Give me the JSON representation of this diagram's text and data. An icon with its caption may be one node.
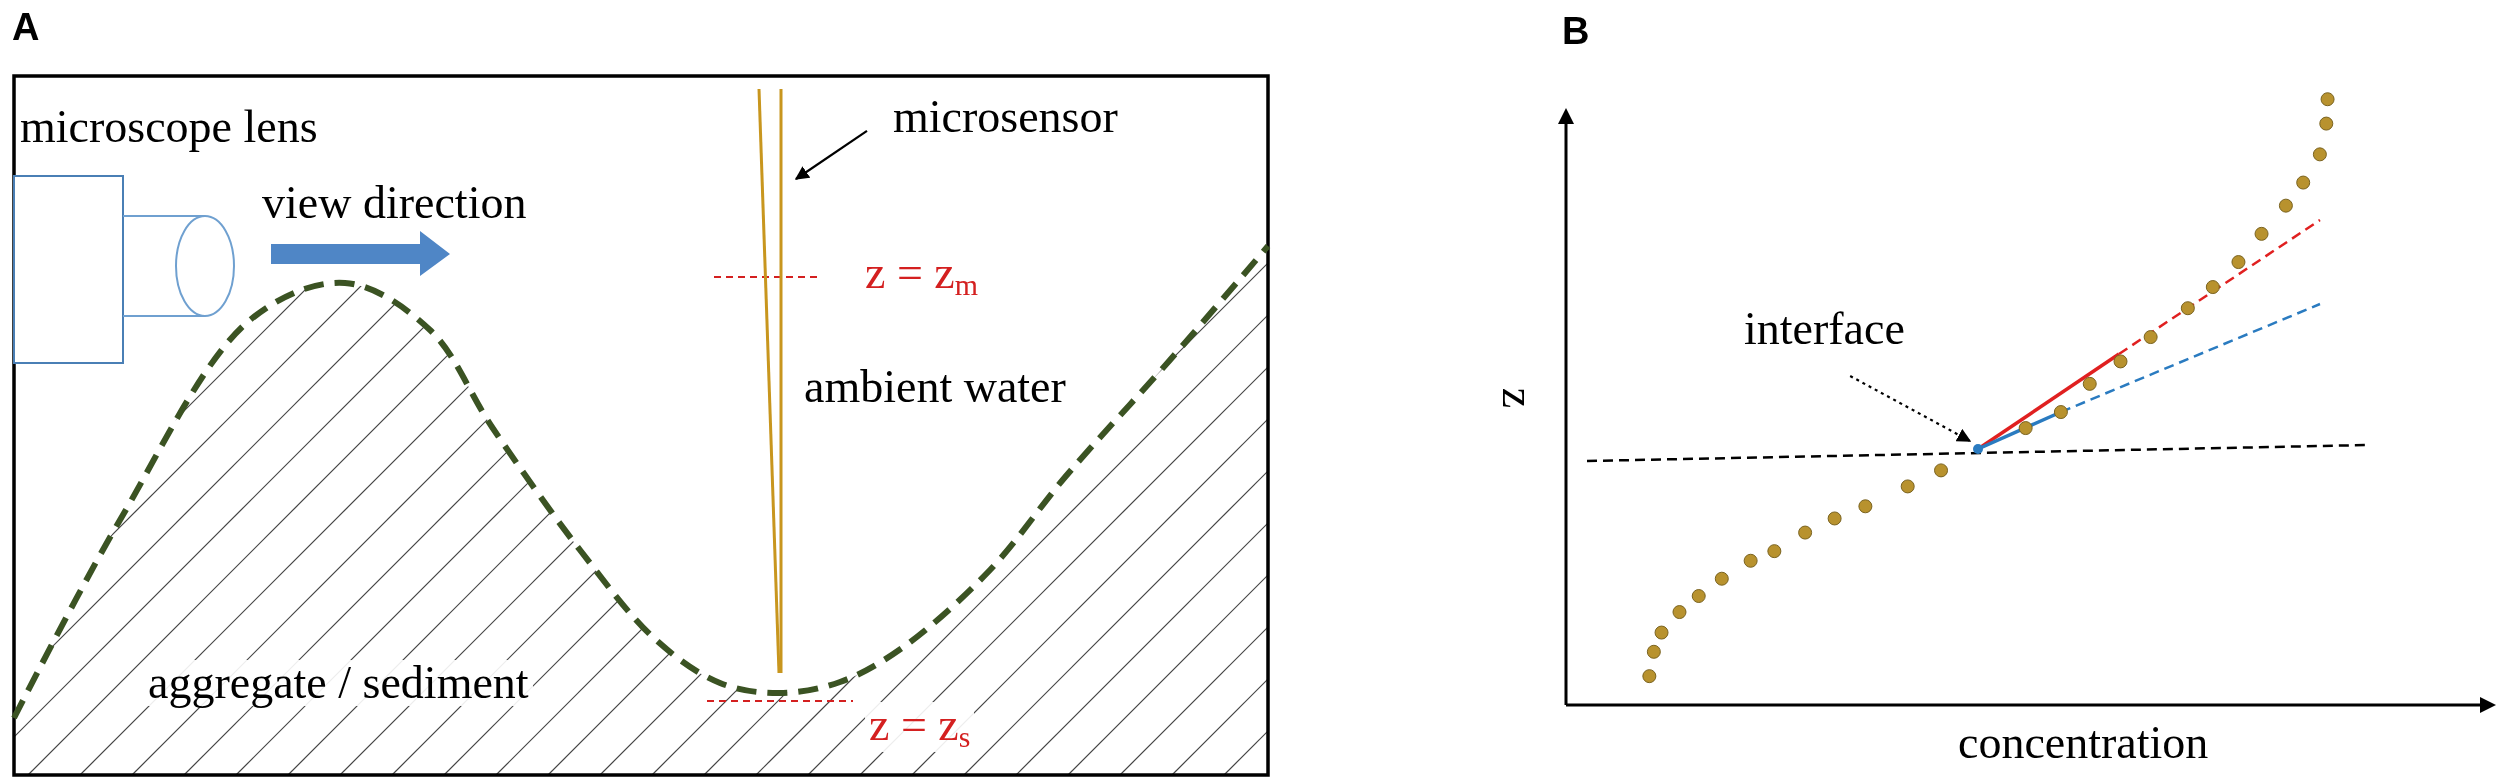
{
  "diagram": {
    "nodes": [
      {
        "text": [
          "microsensor"
        ]
      },
      {
        "text": [],
        "shape": "bar"
      },
      {
        "text": [
          "interface"
        ]
      },
      {
        "text": [],
        "shape": "circle"
      }
    ],
    "edges": [
      {
        "from": 0,
        "to": 1,
        "arrow": "to"
      },
      {
        "from": 2,
        "to": 3,
        "arrow": "to",
        "style": "dashed"
      }
    ],
    "labels": [
      "A",
      "microscope lens",
      "view direction",
      "z = z$_{m}$",
      "ambient water",
      "aggregate / sediment",
      "z = z$_{s}$",
      "B",
      "z",
      "concentration"
    ]
  }
}
